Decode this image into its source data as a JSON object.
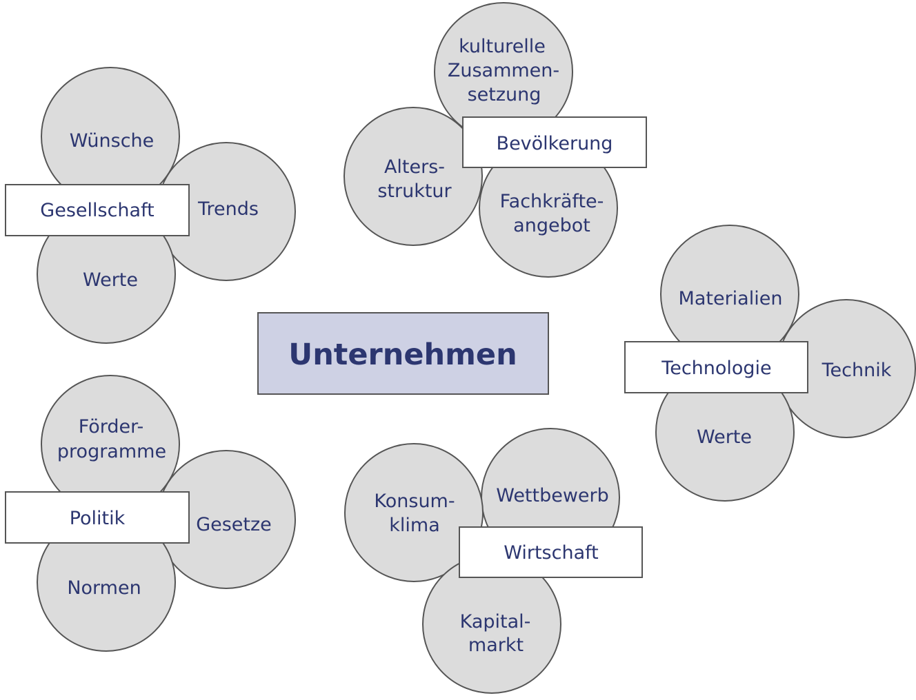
{
  "center": {
    "label": "Unternehmen"
  },
  "clusters": {
    "gesellschaft": {
      "label": "Gesellschaft",
      "items": {
        "a": "Wünsche",
        "b": "Trends",
        "c": "Werte"
      }
    },
    "bevoelkerung": {
      "label": "Bevölkerung",
      "items": {
        "a": [
          "kulturelle",
          "Zusammen-",
          "setzung"
        ],
        "b": [
          "Alters-",
          "struktur"
        ],
        "c": [
          "Fachkräfte-",
          "angebot"
        ]
      }
    },
    "technologie": {
      "label": "Technologie",
      "items": {
        "a": "Materialien",
        "b": "Technik",
        "c": "Werte"
      }
    },
    "politik": {
      "label": "Politik",
      "items": {
        "a": [
          "Förder-",
          "programme"
        ],
        "b": "Gesetze",
        "c": "Normen"
      }
    },
    "wirtschaft": {
      "label": "Wirtschaft",
      "items": {
        "a": [
          "Konsum-",
          "klima"
        ],
        "b": "Wettbewerb",
        "c": [
          "Kapital-",
          "markt"
        ]
      }
    }
  },
  "colors": {
    "circle_fill": "#dcdcdc",
    "center_fill": "#ced1e4",
    "text": "#2c3670",
    "stroke": "#555555"
  }
}
